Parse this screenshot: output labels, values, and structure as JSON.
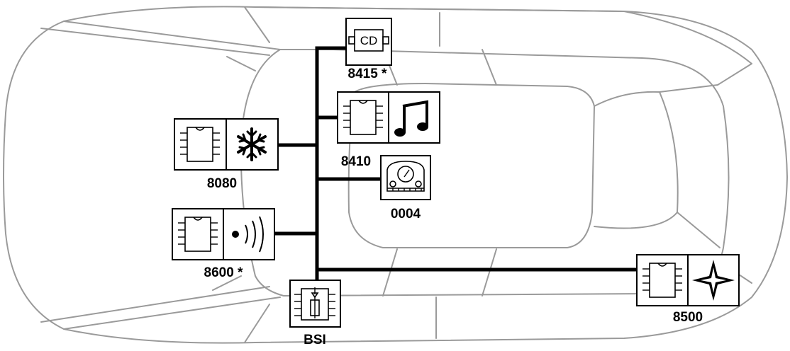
{
  "modules": {
    "cd": {
      "code": "8415 *",
      "inner": "CD",
      "icon": "cd-changer-icon"
    },
    "radio": {
      "code": "8410",
      "icon": "music-note-icon"
    },
    "climate": {
      "code": "8080",
      "icon": "snowflake-icon"
    },
    "instrument": {
      "code": "0004",
      "icon": "dial-gauge-icon"
    },
    "alarm": {
      "code": "8600 *",
      "icon": "radio-waves-icon"
    },
    "navigation": {
      "code": "8500",
      "icon": "compass-star-icon"
    },
    "bsi": {
      "code": "BSI",
      "icon": "fuse-box-icon"
    }
  },
  "colors": {
    "car_outline": "#9a9a9a",
    "bus": "#000000"
  }
}
